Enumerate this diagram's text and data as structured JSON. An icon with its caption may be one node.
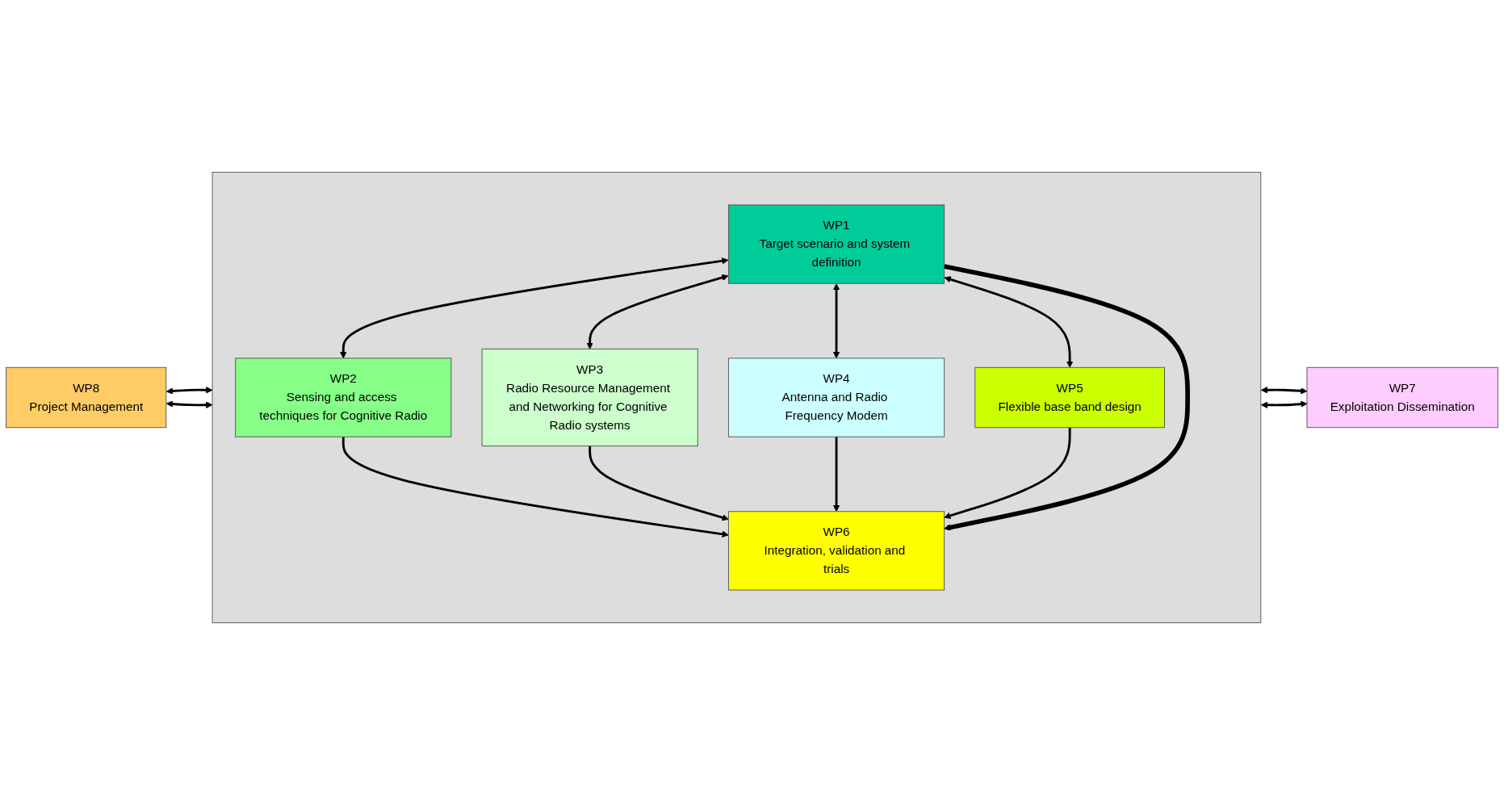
{
  "diagram": {
    "nodes": [
      {
        "text": [
          "WP8",
          "Project Management"
        ]
      },
      {
        "text": [],
        "shape": "box"
      },
      {
        "text": [
          "WP1",
          "Target scenario and system definition"
        ],
        "in": 1
      },
      {
        "text": [
          "WP2",
          "Sensing and access techniques for Cognitive Radio"
        ],
        "in": 1
      },
      {
        "text": [
          "WP3",
          "Radio Resource Management and Networking for Cognitive Radio systems"
        ],
        "in": 1
      },
      {
        "text": [
          "WP4",
          "Antenna and Radio Frequency Modem"
        ],
        "in": 1
      },
      {
        "text": [
          "WP5",
          "Flexible base band design"
        ],
        "in": 1
      },
      {
        "text": [
          "WP6",
          "Integration, validation and trials"
        ],
        "in": 1
      },
      {
        "text": [
          "WP7",
          "Exploitation Dissemination"
        ]
      }
    ],
    "edges": [
      {
        "from": 0,
        "to": 1,
        "arrow": "both"
      },
      {
        "from": 0,
        "to": 1,
        "arrow": "both"
      },
      {
        "from": 2,
        "to": 3,
        "arrow": "both"
      },
      {
        "from": 2,
        "to": 4,
        "arrow": "both"
      },
      {
        "from": 2,
        "to": 5,
        "arrow": "both"
      },
      {
        "from": 2,
        "to": 6,
        "arrow": "both"
      },
      {
        "from": 3,
        "to": 7,
        "arrow": "to"
      },
      {
        "from": 4,
        "to": 7,
        "arrow": "to"
      },
      {
        "from": 5,
        "to": 7,
        "arrow": "to"
      },
      {
        "from": 6,
        "to": 7,
        "arrow": "to"
      },
      {
        "from": 2,
        "to": 7,
        "arrow": "to",
        "style": "thick"
      },
      {
        "from": 1,
        "to": 8,
        "arrow": "both"
      },
      {
        "from": 1,
        "to": 8,
        "arrow": "both"
      }
    ]
  }
}
